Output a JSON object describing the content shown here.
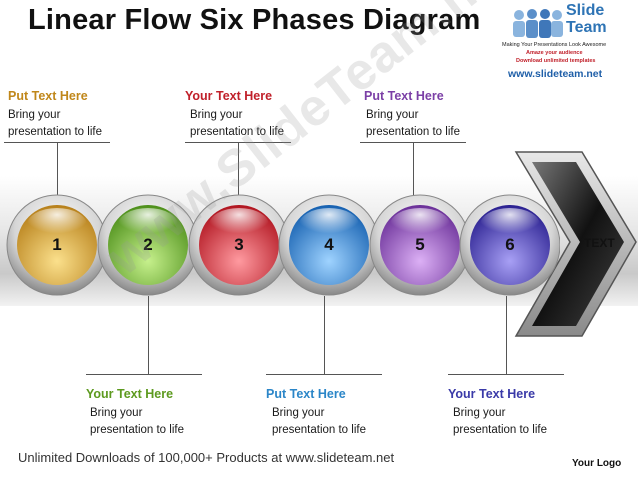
{
  "title": "Linear Flow Six Phases Diagram",
  "logo": {
    "brand_line1": "Slide",
    "brand_line2": "Team",
    "tagline1": "Making Your Presentations Look Awesome",
    "tagline2": "Amaze your audience",
    "tagline3": "Download unlimited templates",
    "url": "www.slideteam.net"
  },
  "watermark": "www.SlideTeam.net",
  "top_labels": [
    {
      "title": "Put Text Here",
      "line1": "Bring your",
      "line2": "presentation to life",
      "color": "#c0871a"
    },
    {
      "title": "Your Text Here",
      "line1": "Bring your",
      "line2": "presentation to life",
      "color": "#c0202a"
    },
    {
      "title": "Put Text Here",
      "line1": "Bring your",
      "line2": "presentation to life",
      "color": "#7b3fa6"
    }
  ],
  "bottom_labels": [
    {
      "title": "Your Text Here",
      "line1": "Bring your",
      "line2": "presentation to life",
      "color": "#5d9a1f"
    },
    {
      "title": "Put Text Here",
      "line1": "Bring your",
      "line2": "presentation to life",
      "color": "#2b86c8"
    },
    {
      "title": "Your Text Here",
      "line1": "Bring your",
      "line2": "presentation to life",
      "color": "#3a3aa8"
    }
  ],
  "phases": [
    {
      "number": "1",
      "color": "#e0a52a"
    },
    {
      "number": "2",
      "color": "#7cc238"
    },
    {
      "number": "3",
      "color": "#e03440"
    },
    {
      "number": "4",
      "color": "#2d8fe0"
    },
    {
      "number": "5",
      "color": "#9a55c8"
    },
    {
      "number": "6",
      "color": "#4a3fc4"
    }
  ],
  "arrow_text": "TEXT",
  "footer": "Unlimited Downloads of 100,000+ Products at www.slideteam.net",
  "your_logo": "Your Logo"
}
